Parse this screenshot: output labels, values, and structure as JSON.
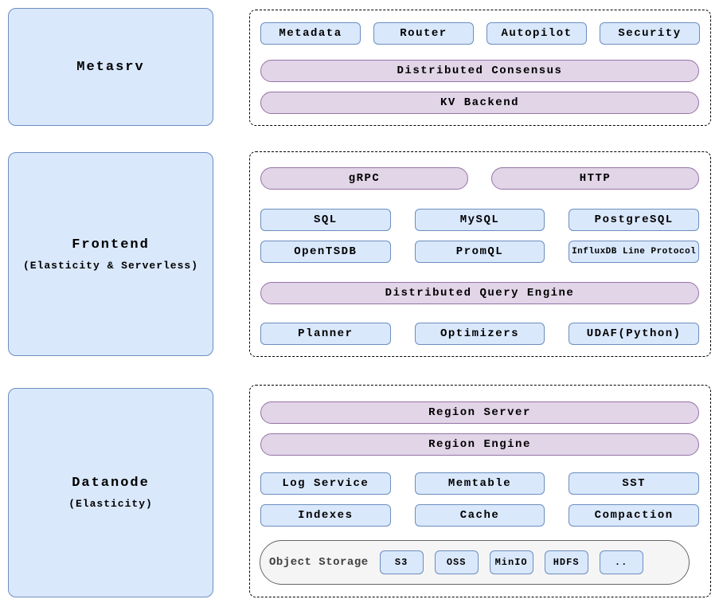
{
  "colors": {
    "blue_fill": "#dae8fc",
    "blue_border": "#6c8ebf",
    "purple_fill": "#e1d5e7",
    "purple_border": "#9673a6",
    "storage_fill": "#f5f5f5",
    "storage_border": "#666666",
    "storage_label_text": "#3f3f3f",
    "panel_border": "#000000",
    "text": "#000000"
  },
  "metasrv": {
    "title": "Metasrv",
    "modules": [
      "Metadata",
      "Router",
      "Autopilot",
      "Security"
    ],
    "pills": [
      "Distributed Consensus",
      "KV Backend"
    ]
  },
  "frontend": {
    "title": "Frontend",
    "subtitle": "(Elasticity & Serverless)",
    "entry_pills": [
      "gRPC",
      "HTTP"
    ],
    "protocol_row1": [
      "SQL",
      "MySQL",
      "PostgreSQL"
    ],
    "protocol_row2": [
      "OpenTSDB",
      "PromQL",
      "InfluxDB Line Protocol"
    ],
    "query_engine_pill": "Distributed Query Engine",
    "query_row": [
      "Planner",
      "Optimizers",
      "UDAF(Python)"
    ]
  },
  "datanode": {
    "title": "Datanode",
    "subtitle": "(Elasticity)",
    "pills": [
      "Region Server",
      "Region Engine"
    ],
    "component_row1": [
      "Log Service",
      "Memtable",
      "SST"
    ],
    "component_row2": [
      "Indexes",
      "Cache",
      "Compaction"
    ],
    "object_storage": {
      "label": "Object Storage",
      "backends": [
        "S3",
        "OSS",
        "MinIO",
        "HDFS",
        ".."
      ]
    }
  }
}
